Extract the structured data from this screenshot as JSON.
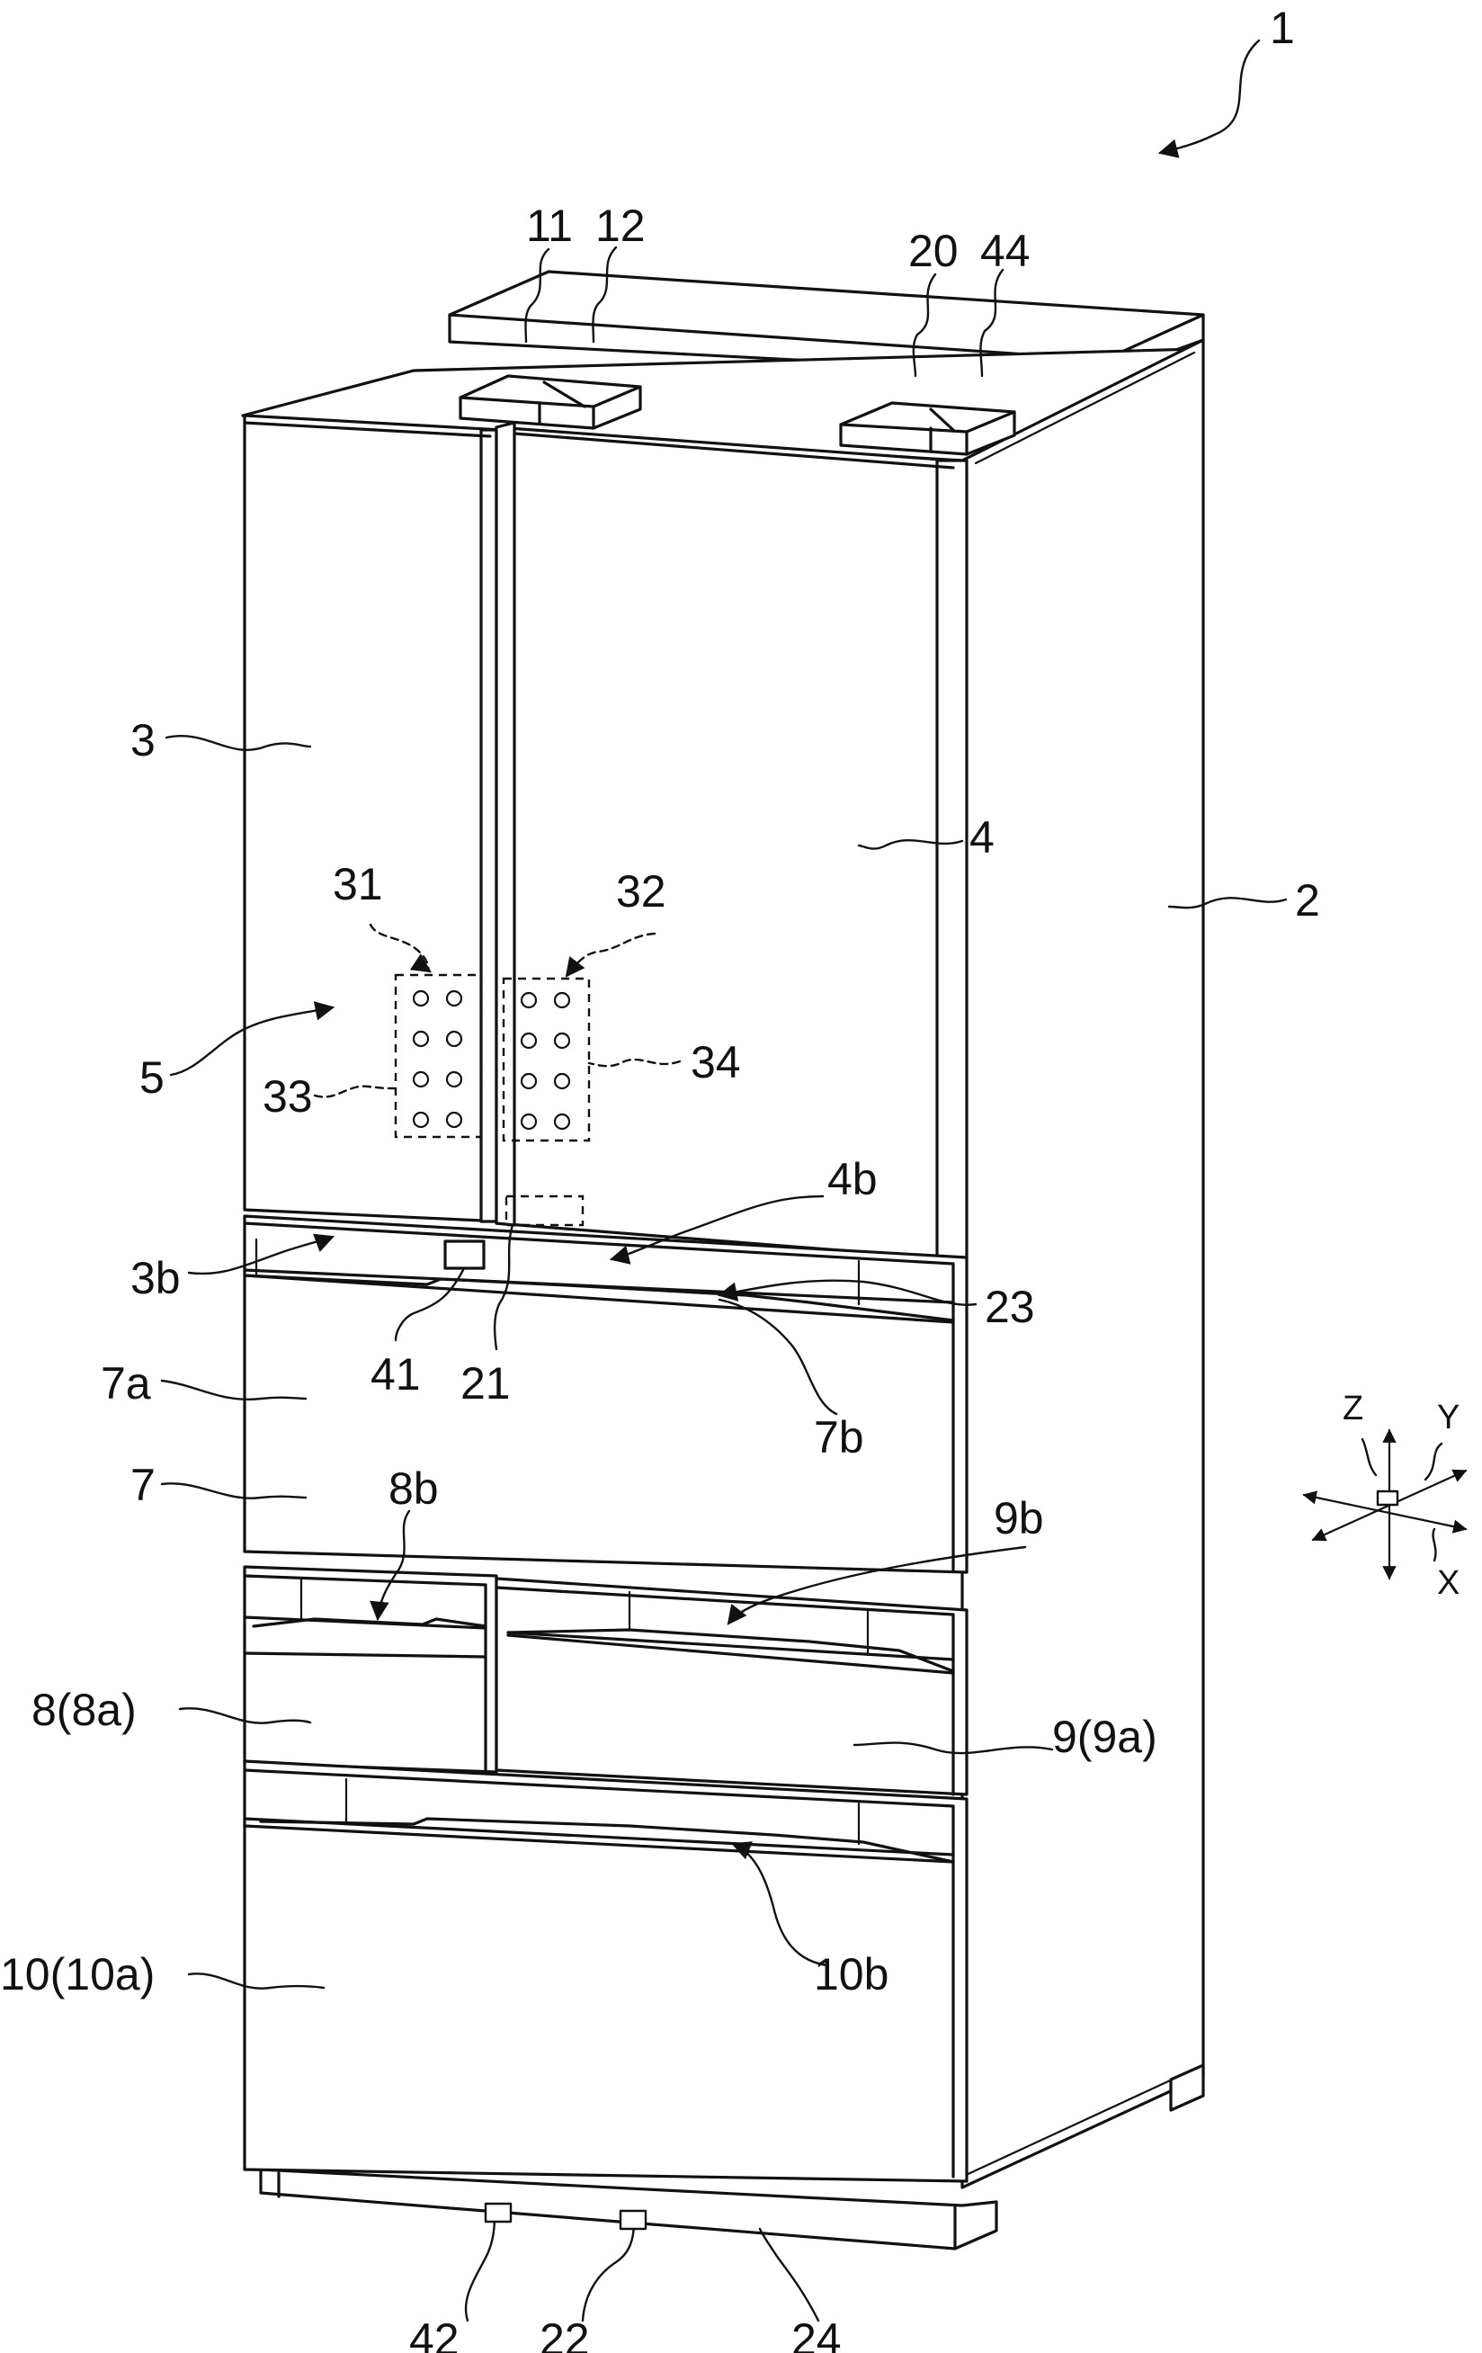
{
  "figure": {
    "labels": {
      "l1": "1",
      "l2": "2",
      "l3": "3",
      "l4": "4",
      "l5": "5",
      "l11": "11",
      "l12": "12",
      "l20": "20",
      "l44": "44",
      "l31": "31",
      "l32": "32",
      "l33": "33",
      "l34": "34",
      "l3b": "3b",
      "l4b": "4b",
      "l41": "41",
      "l21": "21",
      "l23": "23",
      "l7a": "7a",
      "l7b": "7b",
      "l7": "7",
      "l8b": "8b",
      "l9b": "9b",
      "l8": "8(8a)",
      "l9": "9(9a)",
      "l10": "10(10a)",
      "l10b": "10b",
      "l42": "42",
      "l22": "22",
      "l24": "24"
    },
    "axes": {
      "z": "Z",
      "y": "Y",
      "x": "X"
    }
  }
}
